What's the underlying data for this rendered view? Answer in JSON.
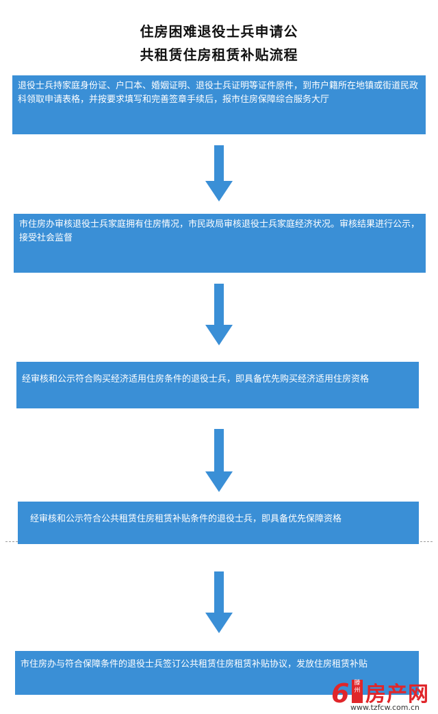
{
  "title": {
    "line1": "住房困难退役士兵申请公",
    "line2": "共租赁住房租赁补贴流程"
  },
  "steps": [
    {
      "text": "退役士兵持家庭身份证、户口本、婚姻证明、退役士兵证明等证件原件，到市户籍所在地镇或街道民政科领取申请表格，并按要求填写和完善签章手续后，报市住房保障综合服务大厅"
    },
    {
      "text": "市住房办审核退役士兵家庭拥有住房情况，市民政局审核退役士兵家庭经济状况。审核结果进行公示，接受社会监督"
    },
    {
      "text": "经审核和公示符合购买经济适用住房条件的退役士兵，即具备优先购买经济适用住房资格"
    },
    {
      "text": "经审核和公示符合公共租赁住房租赁补贴条件的退役士兵，即具备优先保障资格"
    },
    {
      "text": "市住房办与符合保障条件的退役士兵签订公共租赁住房租赁补贴协议，发放住房租赁补贴"
    }
  ],
  "colors": {
    "box": "#3a8fd6",
    "arrow": "#3a8fd6",
    "logo": "#e0262a"
  },
  "watermark": {
    "badge": "滕州",
    "brand": "房产网",
    "url": "www.tzfcw.com.cn"
  }
}
